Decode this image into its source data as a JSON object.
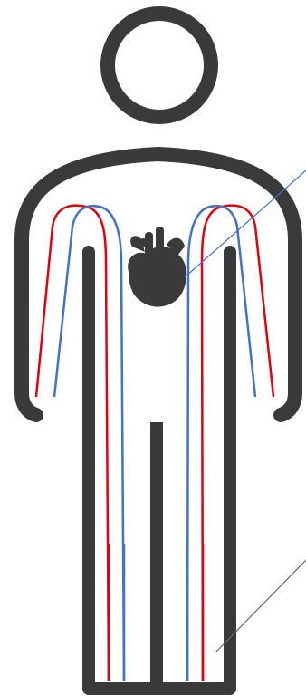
{
  "colors": {
    "body_outline": "#3a3a3a",
    "arteries": "#e0000f",
    "veins": "#4472c4",
    "leader_lines": "#4472c4",
    "leader_line_lower": "#666666",
    "heart": "#3a3a3a",
    "background": "#ffffff"
  },
  "figure": {
    "parts": [
      "head",
      "torso-outline",
      "left-arm",
      "right-arm",
      "left-leg",
      "right-leg",
      "crotch-divider",
      "heart"
    ]
  },
  "vessels": {
    "arteries": [
      "left-arm-artery",
      "right-arm-artery",
      "left-leg-artery",
      "right-leg-artery"
    ],
    "veins": [
      "left-arm-vein",
      "right-arm-vein",
      "left-leg-vein",
      "right-leg-vein"
    ]
  },
  "callouts": [
    "heart-callout-line",
    "leg-callout-line"
  ]
}
